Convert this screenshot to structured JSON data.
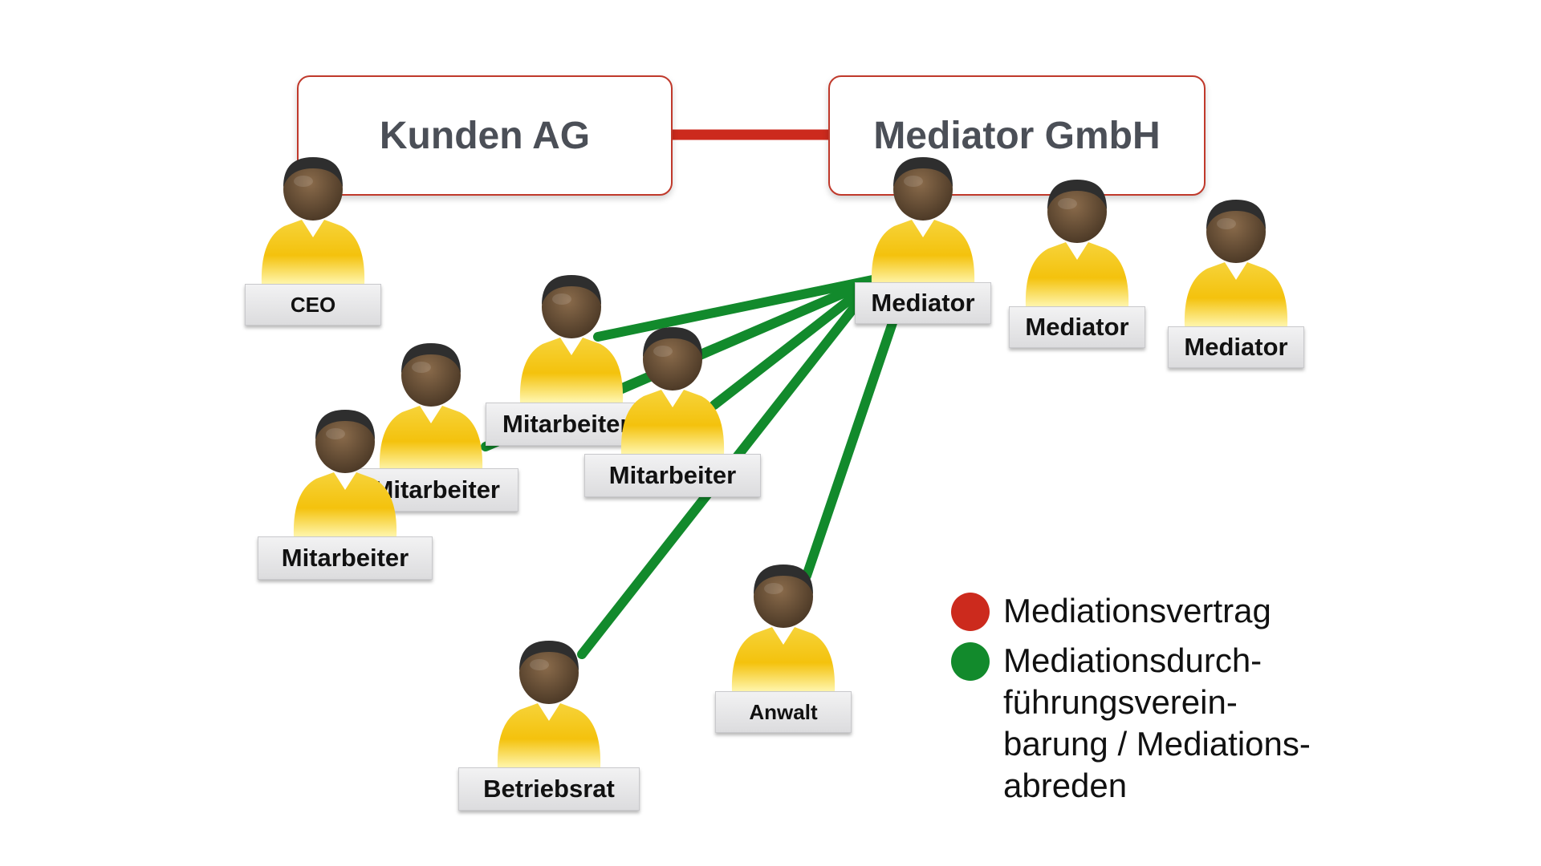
{
  "organizations": {
    "client": {
      "label": "Kunden AG"
    },
    "mediator_firm": {
      "label": "Mediator GmbH"
    }
  },
  "people": {
    "ceo": {
      "label": "CEO"
    },
    "mediator_lead": {
      "label": "Mediator"
    },
    "mediator_2": {
      "label": "Mediator"
    },
    "mediator_3": {
      "label": "Mediator"
    },
    "employee_1": {
      "label": "Mitarbeiter"
    },
    "employee_2": {
      "label": "Mitarbeiter"
    },
    "employee_3": {
      "label": "Mitarbeiter"
    },
    "employee_4": {
      "label": "Mitarbeiter"
    },
    "works_council": {
      "label": "Betriebsrat"
    },
    "lawyer": {
      "label": "Anwalt"
    }
  },
  "legend": {
    "mediation_contract": {
      "label": "Mediationsvertrag",
      "color": "#cc2a1d"
    },
    "execution_agreement": {
      "lines": [
        "Mediationsdurch-",
        "führungsverein-",
        "barung / Mediations-",
        "abreden"
      ],
      "color": "#128a2c"
    }
  },
  "colors": {
    "contract_line": "#cc2a1d",
    "agreement_line": "#128a2c",
    "box_border": "#c0392b",
    "box_text": "#4b4f57",
    "person_shirt": "#f4c20d",
    "person_skin": "#6b5238",
    "person_hair": "#2e2e2e"
  },
  "icons": {
    "person": "person-icon"
  }
}
